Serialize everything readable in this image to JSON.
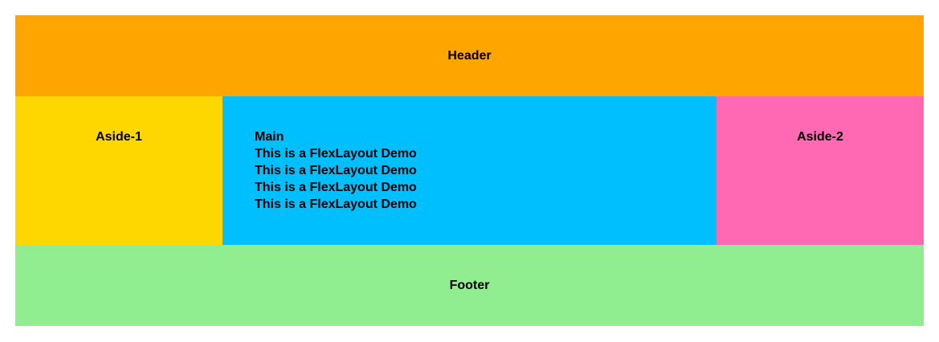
{
  "sections": {
    "header": {
      "label": "Header",
      "bg": "#FFA500"
    },
    "aside1": {
      "label": "Aside-1",
      "bg": "#FFD700"
    },
    "main": {
      "title": "Main",
      "bg": "#00BFFF",
      "lines": [
        "This is a FlexLayout Demo",
        "This is a FlexLayout Demo",
        "This is a FlexLayout Demo",
        "This is a FlexLayout Demo"
      ]
    },
    "aside2": {
      "label": "Aside-2",
      "bg": "#FF69B4"
    },
    "footer": {
      "label": "Footer",
      "bg": "#90EE90"
    }
  },
  "text_color": "#000000"
}
